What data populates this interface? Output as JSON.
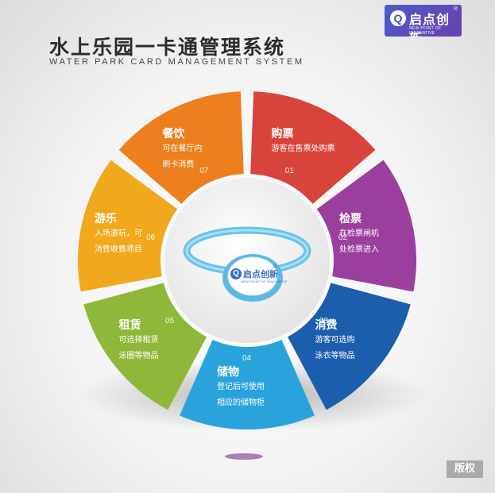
{
  "header": {
    "title": "水上乐园一卡通管理系统",
    "subtitle": "WATER PARK CARD MANAGEMENT SYSTEM"
  },
  "brand": {
    "logo_mark": "Q",
    "name": "启点创新",
    "en": "NEW POINT OF INNOVATIVE",
    "registered": "®"
  },
  "segments": [
    {
      "num": "01",
      "title": "购票",
      "desc": "游客在售票处购票",
      "color": "#d8443c",
      "icon": "ticket"
    },
    {
      "num": "02",
      "title": "检票",
      "desc": "在检票闸机\n处检票进入",
      "color": "#9a3f9e",
      "icon": "gate"
    },
    {
      "num": "03",
      "title": "消费",
      "desc": "游客可选购\n泳衣等物品",
      "color": "#1c5eae",
      "icon": "shopping"
    },
    {
      "num": "04",
      "title": "储物",
      "desc": "登记后可使用\n相应的储物柜",
      "color": "#2aa3dc",
      "icon": "locker"
    },
    {
      "num": "05",
      "title": "租赁",
      "desc": "可选择租赁\n泳圈等物品",
      "color": "#8fb83a",
      "icon": "rental"
    },
    {
      "num": "06",
      "title": "游乐",
      "desc": "入场游玩，可\n消费收费项目",
      "color": "#f0a81c",
      "icon": "play"
    },
    {
      "num": "07",
      "title": "餐饮",
      "desc": "可在餐厅内\n刷卡消费",
      "color": "#ee7f1f",
      "icon": "dining"
    }
  ],
  "watermark": "版权"
}
